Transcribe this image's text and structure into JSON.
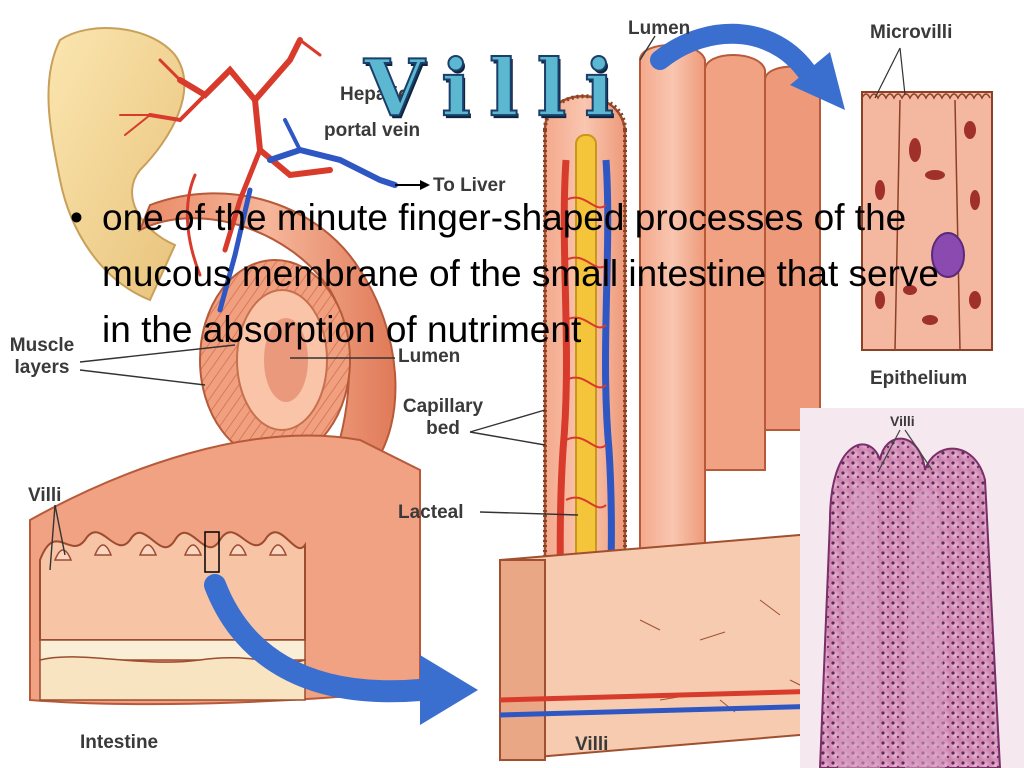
{
  "title": "Villi",
  "definition": "one of the minute finger-shaped processes of the mucous membrane of the small intestine that serve in the absorption of nutriment",
  "labels": {
    "lumen_top": "Lumen",
    "microvilli": "Microvilli",
    "hepatic": "Hepatic",
    "portal_vein": "portal vein",
    "to_liver": "To Liver",
    "muscle_line1": "Muscle",
    "muscle_line2": "layers",
    "lumen_mid": "Lumen",
    "capillary_line1": "Capillary",
    "capillary_line2": "bed",
    "lacteal": "Lacteal",
    "villi_left": "Villi",
    "intestine": "Intestine",
    "villi_bottom": "Villi",
    "epithelium": "Epithelium",
    "villi_micro": "Villi"
  },
  "colors": {
    "title_fill": "#5bb8d0",
    "title_outline": "#1b3f6a",
    "arrow_blue": "#3a6fd0",
    "tissue_pink": "#f2a184",
    "artery_red": "#d83b2c",
    "vein_blue": "#2e57c4",
    "lacteal_yellow": "#f4c53a"
  }
}
